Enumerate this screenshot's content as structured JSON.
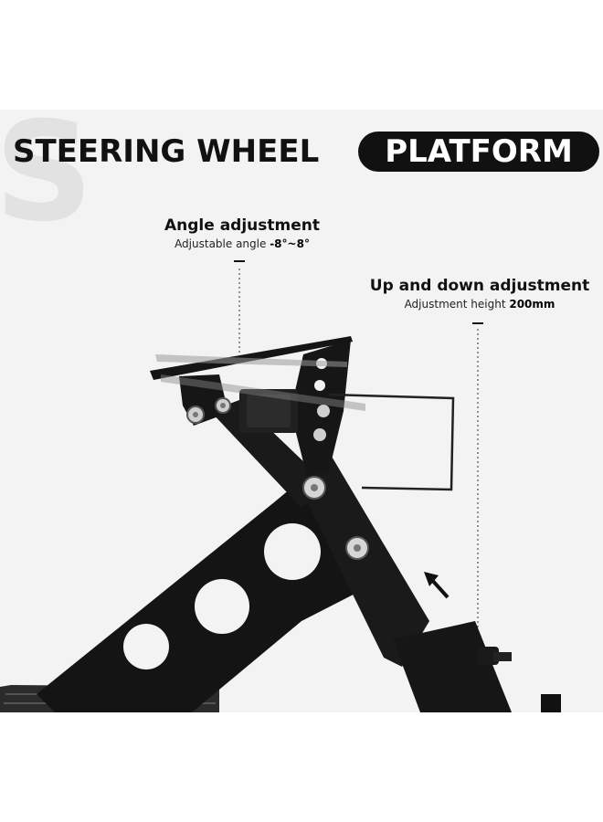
{
  "headline": {
    "title_part1": "STEERING WHEEL",
    "title_part2": "PLATFORM"
  },
  "callouts": {
    "angle": {
      "heading": "Angle adjustment",
      "sub_label": "Adjustable angle",
      "sub_value": "-8°~8°"
    },
    "updown": {
      "heading": "Up and down adjustment",
      "sub_label": "Adjustment height",
      "sub_value": "200mm"
    }
  },
  "colors": {
    "background": "#f3f3f3",
    "frame": "#141414",
    "text": "#111111",
    "pill": "#111111"
  },
  "icons": [
    "up-arrow-icon",
    "bolt-icon",
    "knob-icon"
  ]
}
